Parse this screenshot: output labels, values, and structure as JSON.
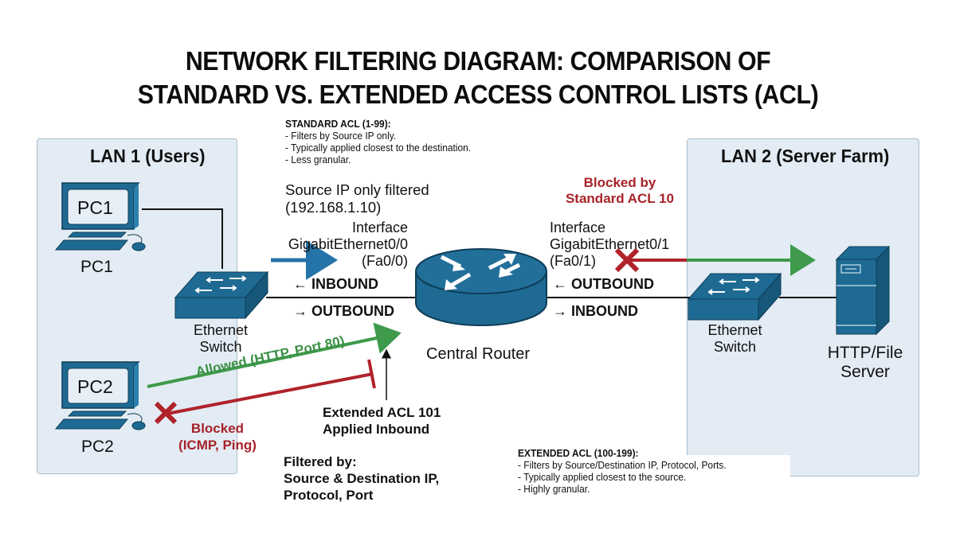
{
  "title": {
    "line1": "NETWORK FILTERING DIAGRAM: COMPARISON OF",
    "line2": "STANDARD VS. EXTENDED ACCESS CONTROL LISTS (ACL)"
  },
  "colors": {
    "device_blue": "#1e6a93",
    "lan_bg": "#e3ecf4",
    "allowed_green": "#3f9a4c",
    "blocked_red": "#b0232b",
    "interface_arrow_blue": "#2574a9"
  },
  "lan1": {
    "title": "LAN 1 (Users)",
    "pc1": {
      "screen_label": "PC1",
      "label": "PC1"
    },
    "pc2": {
      "screen_label": "PC2",
      "label": "PC2"
    },
    "switch_label_line1": "Ethernet",
    "switch_label_line2": "Switch"
  },
  "lan2": {
    "title": "LAN 2 (Server Farm)",
    "switch_label_line1": "Ethernet",
    "switch_label_line2": "Switch",
    "server_label_line1": "HTTP/File",
    "server_label_line2": "Server"
  },
  "router": {
    "label": "Central Router"
  },
  "standard_acl": {
    "heading": "STANDARD ACL (1-99):",
    "bullets": [
      "- Filters by Source IP only.",
      "- Typically applied closest to the destination.",
      "- Less granular."
    ],
    "source_note_line1": "Source IP only filtered",
    "source_note_line2": "(192.168.1.10)",
    "blocked_line1": "Blocked by",
    "blocked_line2": "Standard ACL 10"
  },
  "interface_left": {
    "line1": "Interface",
    "line2": "GigabitEthernet0/0",
    "line3": "(Fa0/0)",
    "inbound": "← INBOUND",
    "outbound": "→ OUTBOUND"
  },
  "interface_right": {
    "line1": "Interface",
    "line2": "GigabitEthernet0/1",
    "line3": "(Fa0/1)",
    "outbound": "← OUTBOUND",
    "inbound": "→ INBOUND"
  },
  "traffic": {
    "allowed": "Allowed (HTTP, Port 80)",
    "blocked_line1": "Blocked",
    "blocked_line2": "(ICMP, Ping)"
  },
  "extended_applied": {
    "line1": "Extended ACL 101",
    "line2": "Applied Inbound"
  },
  "filtered_by": {
    "line1": "Filtered by:",
    "line2": "Source & Destination IP,",
    "line3": "Protocol, Port"
  },
  "extended_acl": {
    "heading": "EXTENDED ACL (100-199):",
    "bullets": [
      "- Filters by Source/Destination IP, Protocol, Ports.",
      "- Typically applied closest to the source.",
      "- Highly granular."
    ]
  }
}
